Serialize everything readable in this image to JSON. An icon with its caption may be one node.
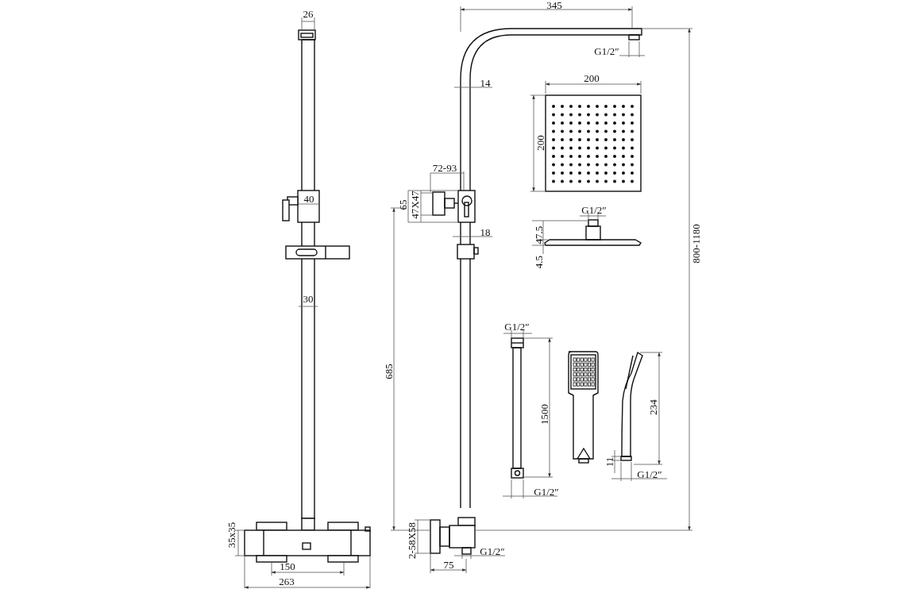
{
  "diagram": {
    "labels": [
      "345",
      "26",
      "G1/2″",
      "200",
      "14",
      "200",
      "72-93",
      "40",
      "47X47",
      "65",
      "G1/2″",
      "18",
      "47.5",
      "800-1180",
      "4.5",
      "30",
      "G1/2″",
      "685",
      "234",
      "1500",
      "11",
      "G1/2″",
      "G1/2″",
      "35x35",
      "2-58X58",
      "G1/2″",
      "75",
      "150",
      "263"
    ]
  }
}
